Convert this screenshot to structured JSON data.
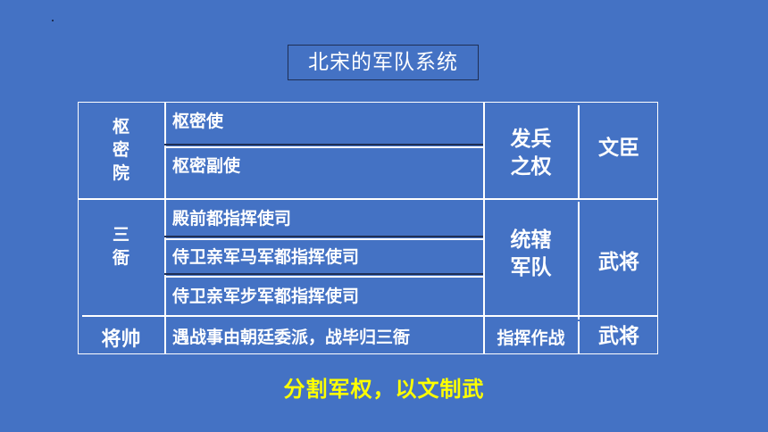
{
  "title": "北宋的军队系统",
  "table": {
    "group1": {
      "label_lines": [
        "枢",
        "密",
        "院"
      ],
      "offices": [
        "枢密使",
        "枢密副使"
      ],
      "power_lines": [
        "发兵",
        "之权"
      ],
      "role": "文臣"
    },
    "group2": {
      "label_lines": [
        "三",
        "衙"
      ],
      "offices": [
        "殿前都指挥使司",
        "侍卫亲军马军都指挥使司",
        "侍卫亲军步军都指挥使司"
      ],
      "power_lines": [
        "统辖",
        "军队"
      ],
      "role": "武将"
    },
    "group3": {
      "label": "将帅",
      "description": "遇战事由朝廷委派，战毕归三衙",
      "power": "指挥作战",
      "role": "武将"
    }
  },
  "summary": "分割军权，以文制武"
}
